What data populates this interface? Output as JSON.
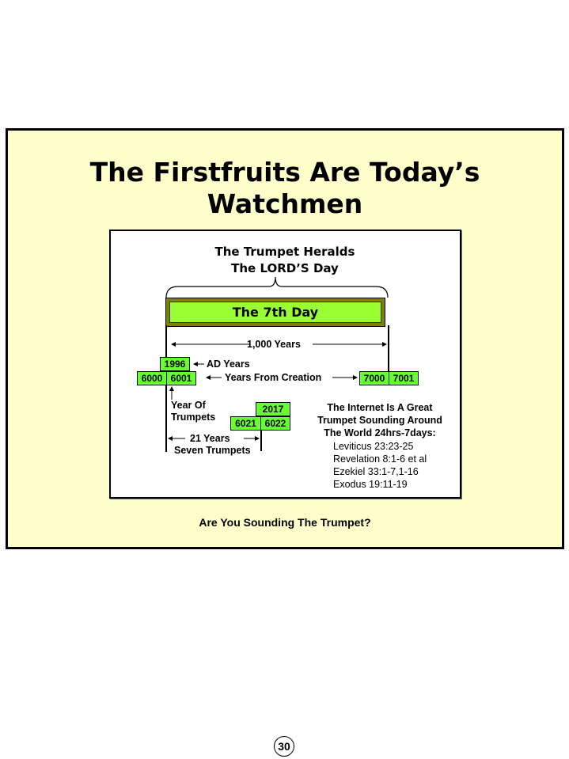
{
  "slide": {
    "title_line1": "The Firstfruits Are Today’s",
    "title_line2": "Watchmen",
    "footer": "Are You Sounding The Trumpet?"
  },
  "diagram": {
    "heading_line1": "The Trumpet Heralds",
    "heading_line2": "The LORD’S Day",
    "bar_label": "The 7th Day",
    "span_label": "1,000 Years",
    "ad_years_label": "AD Years",
    "creation_label": "Years From Creation",
    "year_of_trumpets_line1": "Year Of",
    "year_of_trumpets_line2": "Trumpets",
    "span21_label": "21 Years",
    "seven_trumpets_label": "Seven Trumpets",
    "boxes": {
      "ad_start": "1996",
      "c6000": "6000",
      "c6001": "6001",
      "ad_end": "2017",
      "c6021": "6021",
      "c6022": "6022",
      "c7000": "7000",
      "c7001": "7001"
    },
    "internet_note": {
      "line1": "The Internet Is A Great",
      "line2": "Trumpet Sounding Around",
      "line3": "The World 24hrs-7days:"
    },
    "references": [
      "Leviticus 23:23-25",
      "Revelation 8:1-6 et al",
      "Ezekiel 33:1-7,1-16",
      "Exodus 19:11-19"
    ]
  },
  "page": {
    "number": "30"
  },
  "colors": {
    "slide_bg": "#ffffcc",
    "bar_fill": "#99ff33",
    "bar_frame": "#808000",
    "box_fill": "#66ff33"
  }
}
